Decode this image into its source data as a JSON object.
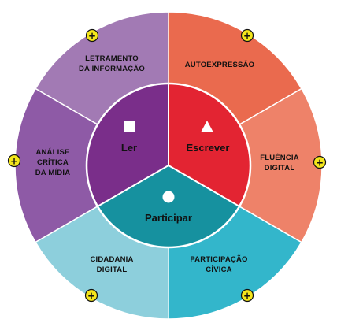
{
  "colors": {
    "ler_inner": "#7a2e8a",
    "escrever_inner": "#e32432",
    "participar_inner": "#16919f",
    "letramento": "#a27ab4",
    "analise": "#8e5aa6",
    "autoexpressao": "#ea6a4e",
    "fluencia": "#ee8269",
    "cidadania": "#8dcfdc",
    "participacao": "#33b6cb",
    "plus_fill": "#f4e61b",
    "plus_stroke": "#111111",
    "separator": "#ffffff"
  },
  "inner": {
    "ler": {
      "label": "Ler",
      "icon": "square-icon"
    },
    "escrever": {
      "label": "Escrever",
      "icon": "triangle-icon"
    },
    "participar": {
      "label": "Participar",
      "icon": "circle-icon"
    }
  },
  "outer": {
    "letramento": {
      "line1": "LETRAMENTO",
      "line2": "DA INFORMAÇÃO"
    },
    "analise": {
      "line1": "ANÁLISE",
      "line2": "CRÍTICA",
      "line3": "DA MÍDIA"
    },
    "autoexpressao": {
      "line1": "AUTOEXPRESSÃO"
    },
    "fluencia": {
      "line1": "FLUÊNCIA",
      "line2": "DIGITAL"
    },
    "cidadania": {
      "line1": "CIDADANIA",
      "line2": "DIGITAL"
    },
    "participacao": {
      "line1": "PARTICIPAÇÃO",
      "line2": "CÍVICA"
    }
  },
  "plus_symbol": "+"
}
